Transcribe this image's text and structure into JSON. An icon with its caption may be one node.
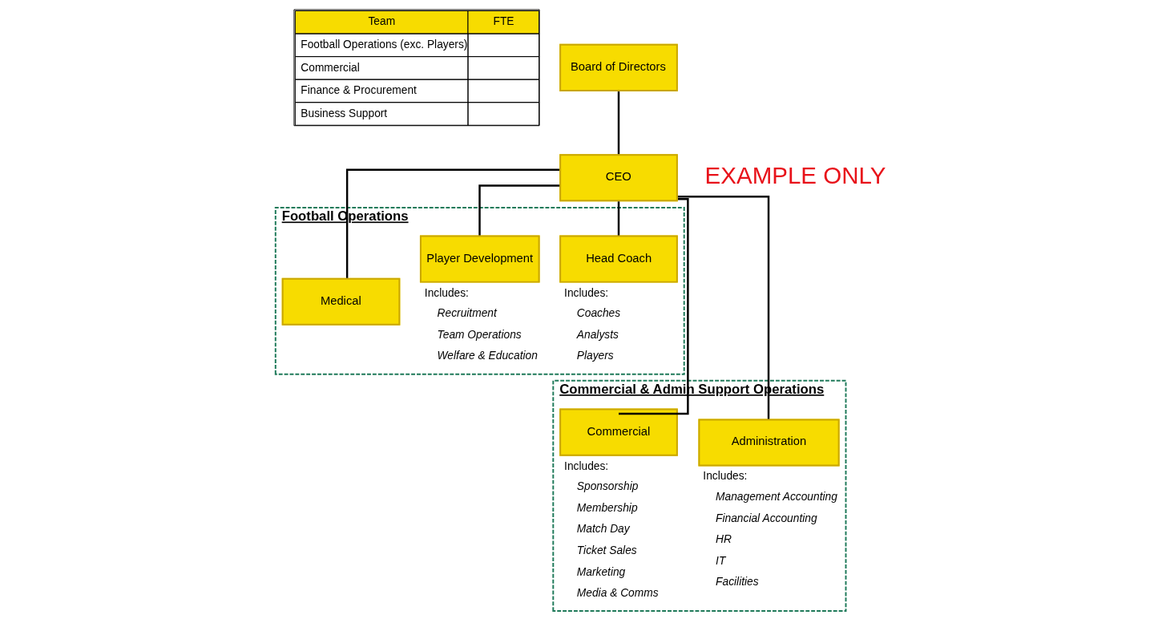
{
  "diagram": {
    "nodes": [
      {
        "text": [
          "Board of Directors"
        ]
      },
      {
        "text": [
          "CEO"
        ]
      },
      {
        "text": [
          "Football Operations"
        ]
      },
      {
        "text": [
          "Medical"
        ],
        "in": 2
      },
      {
        "text": [
          "Player Development"
        ],
        "in": 2,
        "beside": [
          "Includes:",
          "Recruitment",
          "Team Operations",
          "Welfare & Education"
        ]
      },
      {
        "text": [
          "Head Coach"
        ],
        "in": 2,
        "beside": [
          "Includes:",
          "Coaches",
          "Analysts",
          "Players"
        ]
      },
      {
        "text": [
          "Commercial & Admin Support Operations"
        ]
      },
      {
        "text": [
          "Commercial"
        ],
        "in": 6,
        "beside": [
          "Includes:",
          "Sponsorship",
          "Membership",
          "Match Day",
          "Ticket Sales",
          "Marketing",
          "Media & Comms"
        ]
      },
      {
        "text": [
          "Administration"
        ],
        "in": 6,
        "beside": [
          "Includes:",
          "Management Accounting",
          "Financial Accounting",
          "HR",
          "IT",
          "Facilities"
        ]
      }
    ],
    "edges": [
      {
        "from": 0,
        "to": 1,
        "arrow": "none"
      },
      {
        "from": 1,
        "to": 3,
        "arrow": "none"
      },
      {
        "from": 1,
        "to": 4,
        "arrow": "none"
      },
      {
        "from": 1,
        "to": 5,
        "arrow": "none"
      },
      {
        "from": 1,
        "to": 7,
        "arrow": "none"
      },
      {
        "from": 1,
        "to": 8,
        "arrow": "none"
      }
    ],
    "labels": [
      "Team",
      "FTE",
      "Football Operations (exc. Players)",
      "Commercial",
      "Finance & Procurement",
      "Business Support",
      "EXAMPLE ONLY"
    ]
  }
}
